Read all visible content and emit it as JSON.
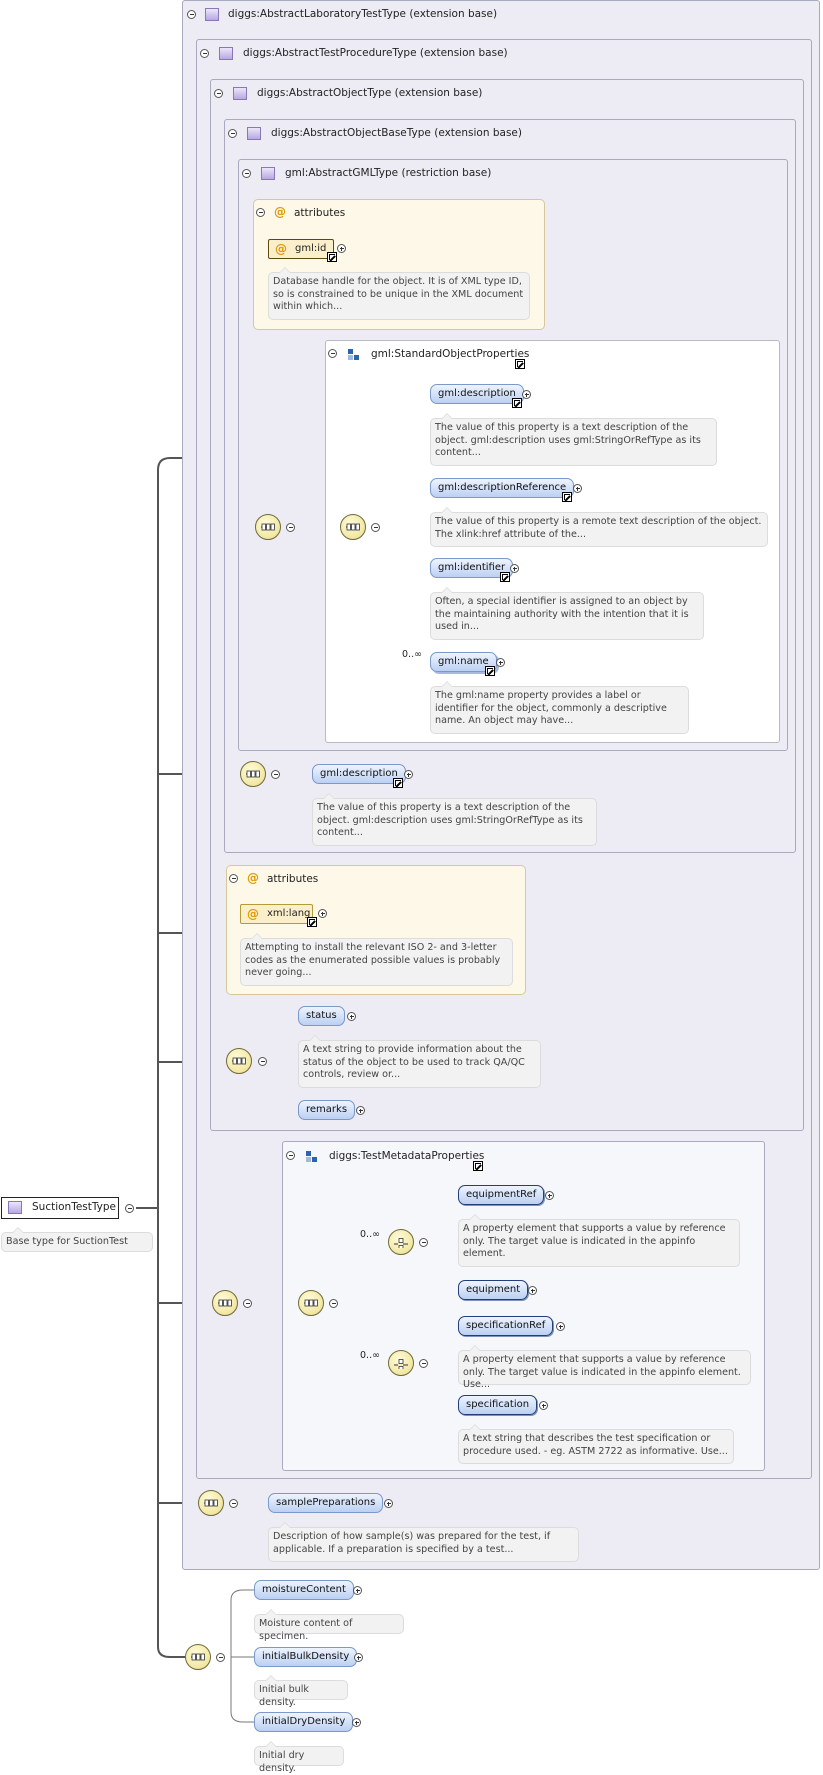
{
  "root": {
    "name": "SuctionTestType",
    "doc": "Base type for SuctionTest"
  },
  "ext": {
    "lab": "diggs:AbstractLaboratoryTestType (extension base)",
    "proc": "diggs:AbstractTestProcedureType (extension base)",
    "obj": "diggs:AbstractObjectType (extension base)",
    "objbase": "diggs:AbstractObjectBaseType (extension base)",
    "gml": "gml:AbstractGMLType (restriction base)"
  },
  "gmlAttrs": {
    "label": "attributes",
    "id": "gml:id",
    "idDoc": "Database handle for the object. It is of XML type ID, so is constrained to be unique in the XML document within which..."
  },
  "std": {
    "group": "gml:StandardObjectProperties",
    "description": "gml:description",
    "descriptionDoc": "The value of this property is a text description of the object. gml:description uses gml:StringOrRefType as its content...",
    "descriptionReference": "gml:descriptionReference",
    "descriptionReferenceDoc": "The value of this property is a remote text description of the object. The xlink:href attribute of the...",
    "identifier": "gml:identifier",
    "identifierDoc": "Often, a special identifier is assigned to an object by the maintaining authority with the intention that it is used in...",
    "nameOcc": "0..∞",
    "name": "gml:name",
    "nameDoc": "The gml:name property provides a label or identifier for the object, commonly a descriptive name. An object may have..."
  },
  "objbaseDesc": {
    "label": "gml:description",
    "doc": "The value of this property is a text description of the object. gml:description uses gml:StringOrRefType as its content..."
  },
  "langAttrs": {
    "label": "attributes",
    "lang": "xml:lang",
    "langDoc": "Attempting to install the relevant ISO 2- and 3-letter codes as the enumerated possible values is probably never going..."
  },
  "objSeq": {
    "status": "status",
    "statusDoc": "A text string to provide information about the status of the object to be used to track QA/QC controls, review or...",
    "remarks": "remarks"
  },
  "meta": {
    "group": "diggs:TestMetadataProperties",
    "occ1": "0..∞",
    "equipmentRef": "equipmentRef",
    "equipmentRefDoc": "A property element that supports a value by reference only. The target value is indicated in the appinfo element.",
    "equipment": "equipment",
    "occ2": "0..∞",
    "specificationRef": "specificationRef",
    "specificationRefDoc": "A property element that supports a value by reference only. The target value is indicated in the appinfo element. Use...",
    "specification": "specification",
    "specificationDoc": "A text string that describes the test specification or procedure used. - eg. ASTM 2722 as informative. Use..."
  },
  "lab": {
    "samplePreparations": "samplePreparations",
    "samplePreparationsDoc": "Description of how sample(s) was prepared for the test, if applicable. If a preparation is specified by a test..."
  },
  "suction": {
    "moistureContent": "moistureContent",
    "moistureContentDoc": "Moisture content of specimen.",
    "initialBulkDensity": "initialBulkDensity",
    "initialBulkDensityDoc": "Initial bulk density.",
    "initialDryDensity": "initialDryDensity",
    "initialDryDensityDoc": "Initial dry density."
  },
  "icons": {
    "complexType": "complex-type-icon",
    "attribute": "attribute-icon",
    "sequence": "sequence-compositor-icon",
    "choice": "choice-compositor-icon",
    "group": "group-icon",
    "reference": "reference-arrow-icon",
    "collapse": "collapse-icon",
    "expand": "expand-icon"
  },
  "colors": {
    "attribute": "#e09a00",
    "element": "#bcd0f2",
    "compositor": "#f1e7a2",
    "group": "#2a64b0"
  }
}
